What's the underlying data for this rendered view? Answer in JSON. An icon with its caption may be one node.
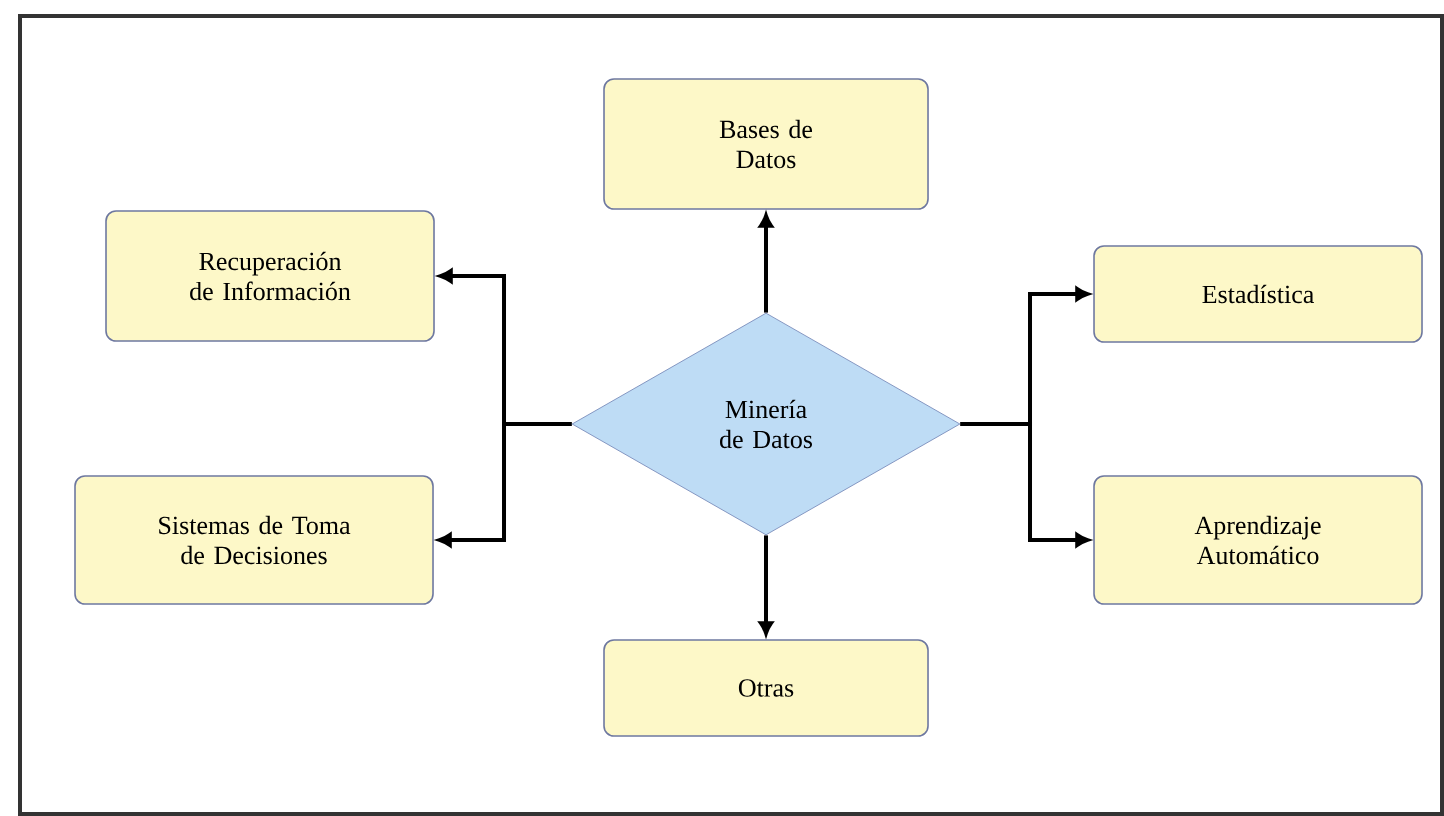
{
  "diagram": {
    "nodes": [
      {
        "text": [
          "Bases de Datos"
        ]
      },
      {
        "text": [
          "Recuperación de Información"
        ]
      },
      {
        "text": [
          "Estadística"
        ]
      },
      {
        "text": [
          "Minería de Datos"
        ]
      },
      {
        "text": [
          "Sistemas de Toma de Decisiones"
        ]
      },
      {
        "text": [
          "Aprendizaje Automático"
        ]
      },
      {
        "text": [
          "Otras"
        ]
      }
    ],
    "edges": [
      {
        "from": 3,
        "to": 0,
        "arrow": "to"
      },
      {
        "from": 3,
        "to": 1,
        "arrow": "to"
      },
      {
        "from": 3,
        "to": 4,
        "arrow": "to"
      },
      {
        "from": 3,
        "to": 2,
        "arrow": "to"
      },
      {
        "from": 3,
        "to": 5,
        "arrow": "to"
      },
      {
        "from": 3,
        "to": 6,
        "arrow": "to"
      }
    ]
  }
}
